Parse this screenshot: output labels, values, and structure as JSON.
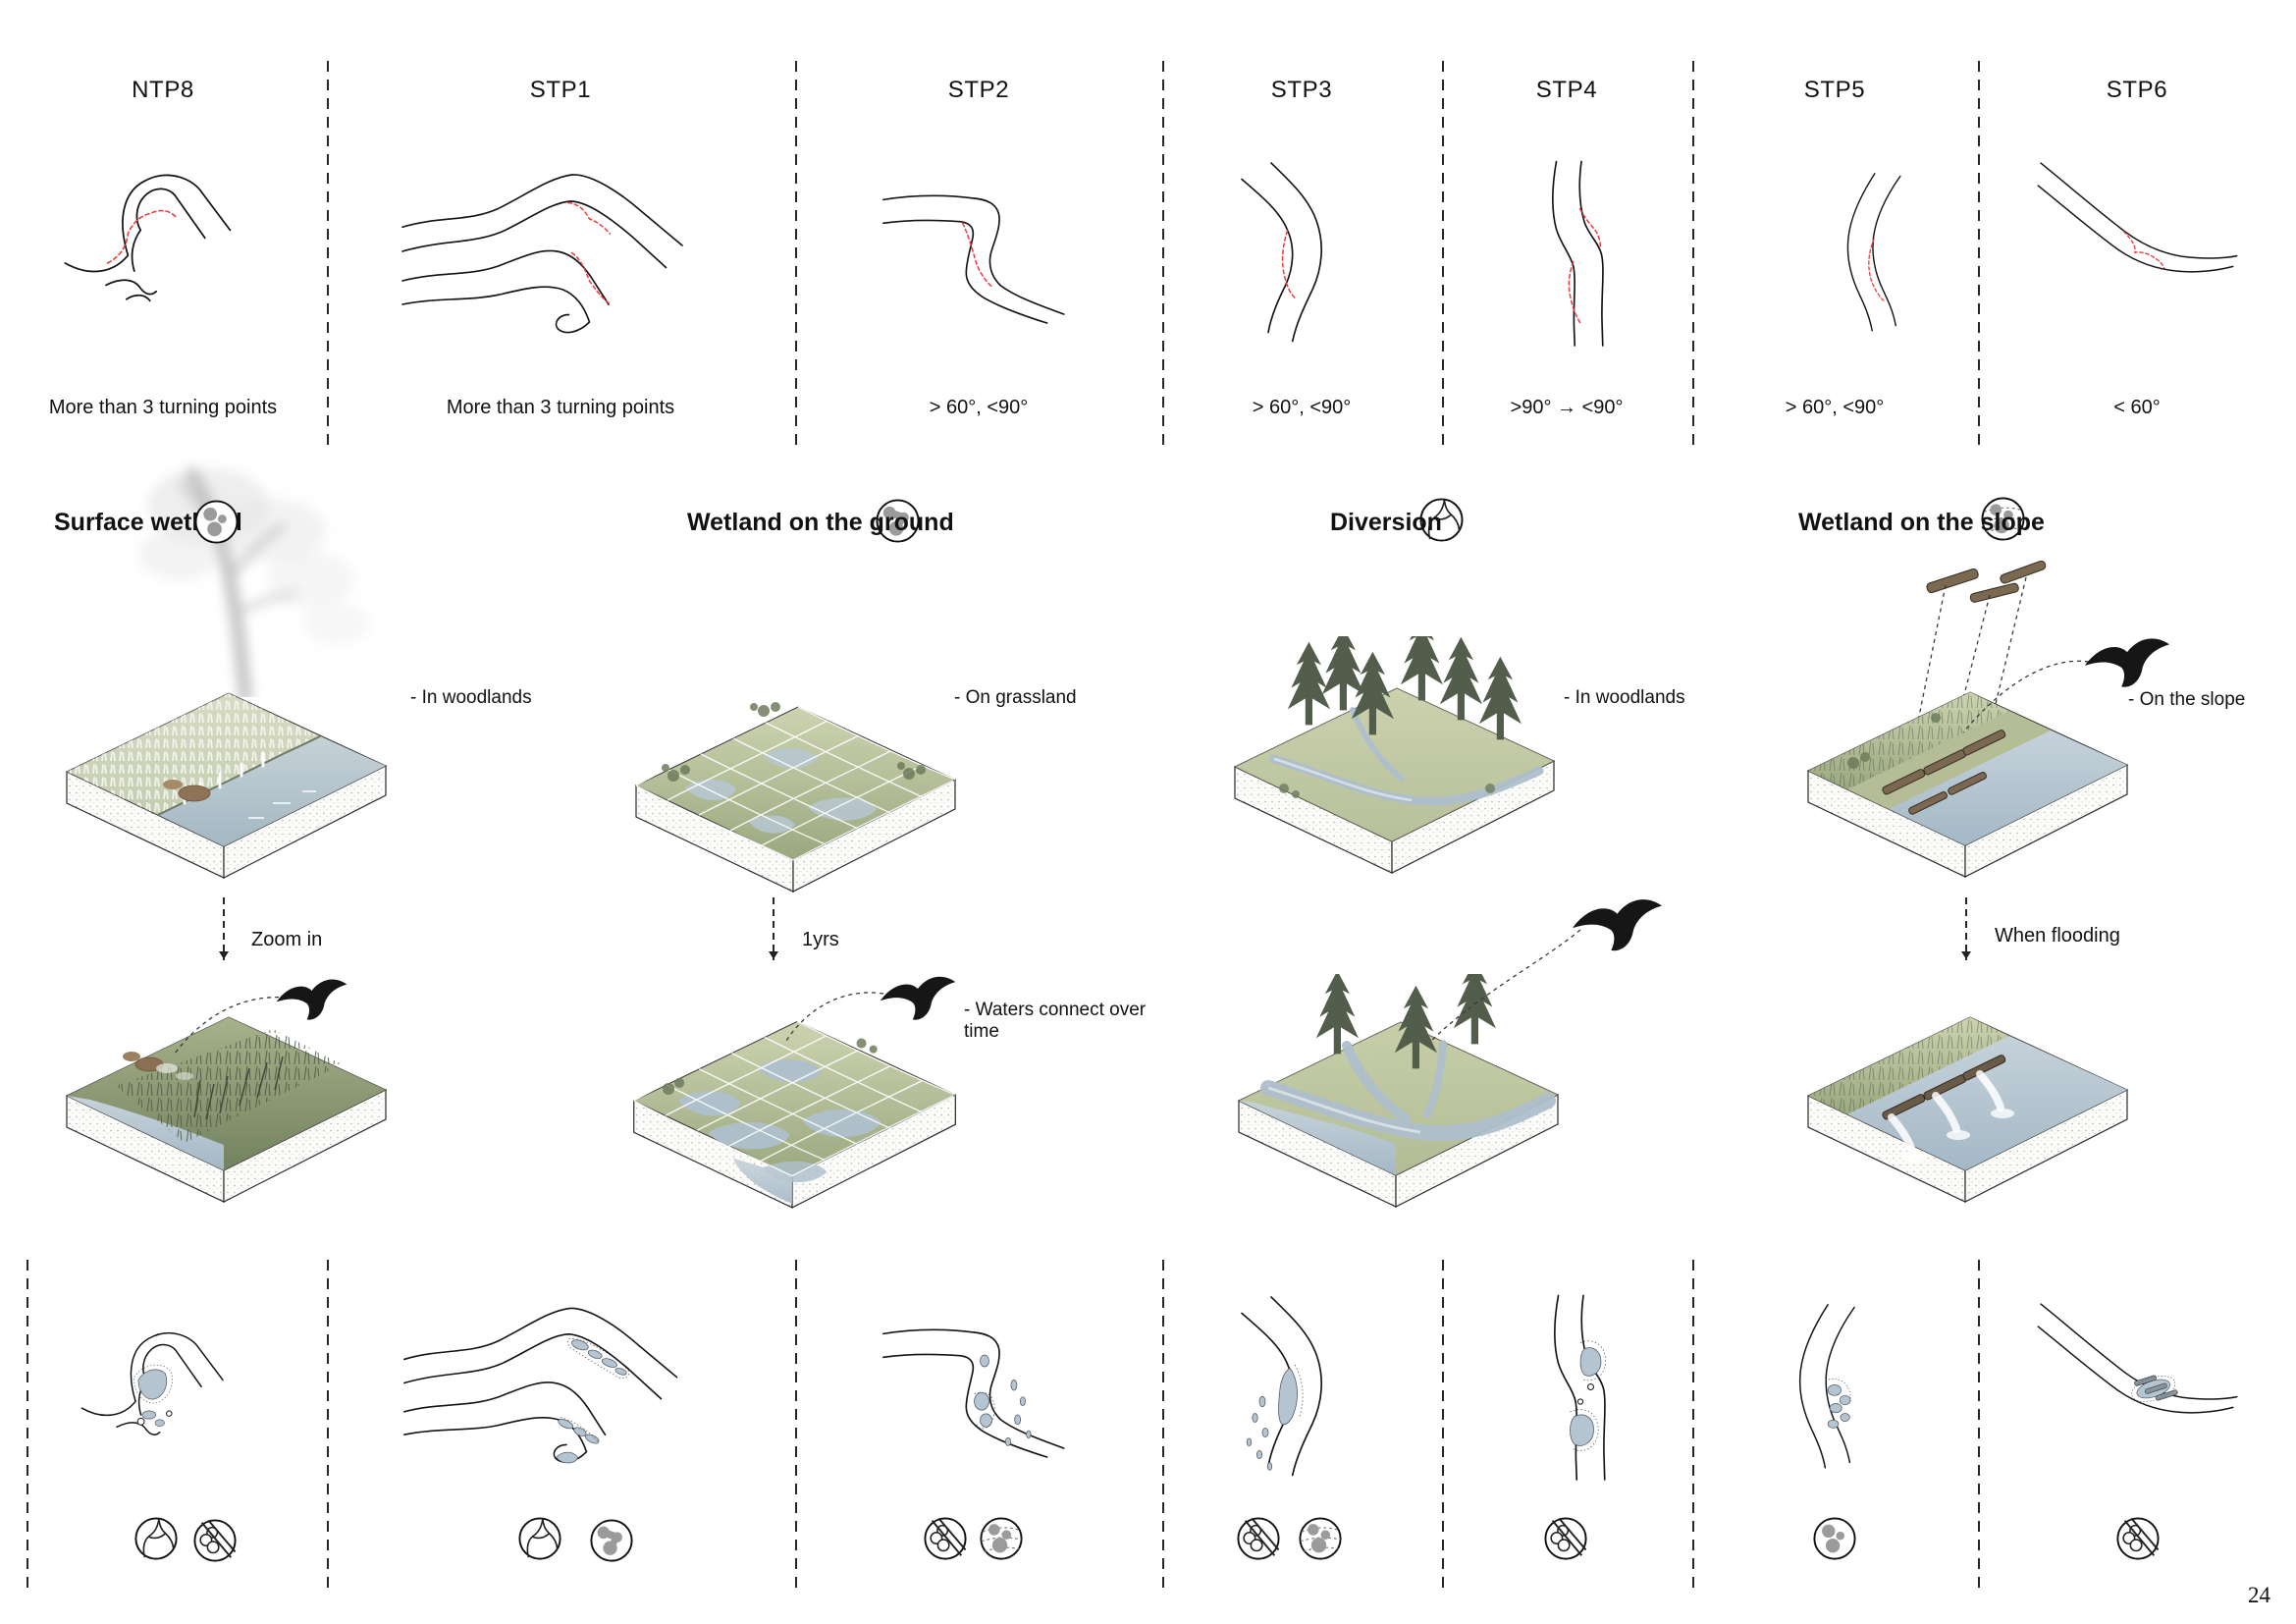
{
  "page_number": "24",
  "typologies": {
    "columns": [
      {
        "label": "NTP8",
        "caption": "More than 3 turning points"
      },
      {
        "label": "STP1",
        "caption": "More than 3 turning points"
      },
      {
        "label": "STP2",
        "caption": "> 60°, <90°"
      },
      {
        "label": "STP3",
        "caption": "> 60°, <90°"
      },
      {
        "label": "STP4",
        "caption": ">90° → <90°"
      },
      {
        "label": "STP5",
        "caption": "> 60°, <90°"
      },
      {
        "label": "STP6",
        "caption": "< 60°"
      }
    ]
  },
  "strategies": [
    {
      "title": "Surface wetland",
      "icon": "surface-wetland-icon",
      "location_note": "-  In woodlands",
      "transition_label": "Zoom in"
    },
    {
      "title": "Wetland on the ground",
      "icon": "ground-wetland-icon",
      "location_note": "-  On grassland",
      "transition_label": "1yrs",
      "result_note": "-  Waters connect over\ntime"
    },
    {
      "title": "Diversion",
      "icon": "diversion-icon",
      "location_note": "-  In woodlands"
    },
    {
      "title": "Wetland on the slope",
      "icon": "slope-wetland-icon",
      "location_note": "-  On the slope",
      "transition_label": "When flooding"
    }
  ],
  "outcomes": {
    "columns": [
      {
        "for": "NTP8",
        "icons": [
          "diversion",
          "crossed-circles"
        ]
      },
      {
        "for": "STP1",
        "icons": [
          "diversion",
          "ground-wetland"
        ]
      },
      {
        "for": "STP2",
        "icons": [
          "crossed-circles",
          "slope-wetland"
        ]
      },
      {
        "for": "STP3",
        "icons": [
          "crossed-circles",
          "slope-wetland"
        ]
      },
      {
        "for": "STP4",
        "icons": [
          "crossed-circles"
        ]
      },
      {
        "for": "STP5",
        "icons": [
          "surface-wetland"
        ]
      },
      {
        "for": "STP6",
        "icons": [
          "crossed-circles"
        ]
      }
    ]
  },
  "colors": {
    "line": "#141414",
    "cut_line": "#ee3a3e",
    "icon_gray": "#9b9b9b",
    "water": "#aebfcc",
    "grass_light": "#c9d0ab",
    "grass_dark": "#7e8c6a"
  }
}
